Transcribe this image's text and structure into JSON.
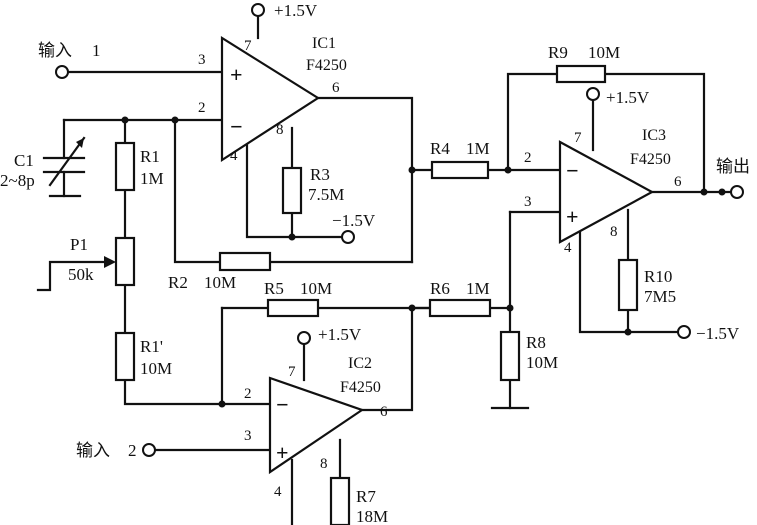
{
  "inputs": {
    "in1": "输入",
    "in1_num": "1",
    "in2": "输入",
    "in2_num": "2",
    "out": "输出"
  },
  "supplies": {
    "pos": "+1.5V",
    "neg": "−1.5V"
  },
  "ic1": {
    "name": "IC1",
    "part": "F4250"
  },
  "ic2": {
    "name": "IC2",
    "part": "F4250"
  },
  "ic3": {
    "name": "IC3",
    "part": "F4250"
  },
  "resistors": {
    "r1": {
      "name": "R1",
      "value": "1M"
    },
    "r1p": {
      "name": "R1'",
      "value": "10M"
    },
    "r2": {
      "name": "R2",
      "value": "10M"
    },
    "r3": {
      "name": "R3",
      "value": "7.5M"
    },
    "r4": {
      "name": "R4",
      "value": "1M"
    },
    "r5": {
      "name": "R5",
      "value": "10M"
    },
    "r6": {
      "name": "R6",
      "value": "1M"
    },
    "r7": {
      "name": "R7",
      "value": "18M"
    },
    "r8": {
      "name": "R8",
      "value": "10M"
    },
    "r9": {
      "name": "R9",
      "value": "10M"
    },
    "r10": {
      "name": "R10",
      "value": "7M5"
    }
  },
  "capacitor": {
    "name": "C1",
    "value": "2~8p"
  },
  "pot": {
    "name": "P1",
    "value": "50k"
  },
  "pins": {
    "ic1": {
      "in_pos": "3",
      "in_neg": "2",
      "out": "6",
      "vpos": "7",
      "vneg": "4",
      "off": "8"
    },
    "ic2": {
      "in_pos": "3",
      "in_neg": "2",
      "out": "6",
      "vpos": "7",
      "vneg": "4",
      "off": "8"
    },
    "ic3": {
      "in_pos": "3",
      "in_neg": "2",
      "out": "6",
      "vpos": "7",
      "vneg": "4",
      "off": "8"
    }
  }
}
